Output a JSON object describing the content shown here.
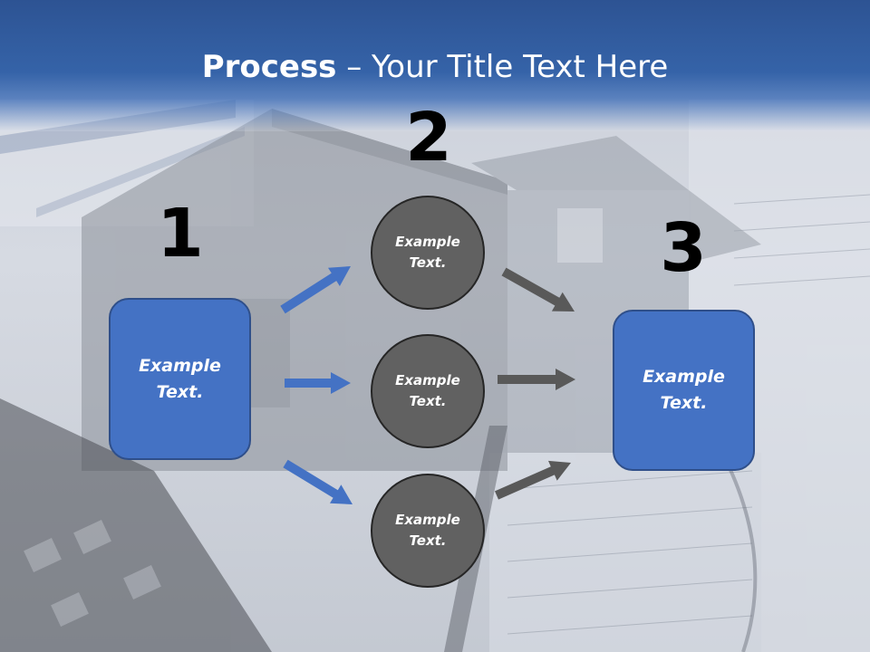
{
  "title": {
    "bold": "Process",
    "rest": " – Your Title Text Here"
  },
  "steps": {
    "one": "1",
    "two": "2",
    "three": "3"
  },
  "left_box": {
    "line1": "Example",
    "line2": "Text."
  },
  "circles": [
    {
      "line1": "Example",
      "line2": "Text."
    },
    {
      "line1": "Example",
      "line2": "Text."
    },
    {
      "line1": "Example",
      "line2": "Text."
    }
  ],
  "right_box": {
    "line1": "Example",
    "line2": "Text."
  },
  "colors": {
    "header": "#2d5393",
    "box_fill": "#4472c4",
    "circle_fill": "#616161",
    "blue_arrow": "#4472c4",
    "gray_arrow": "#595959"
  }
}
